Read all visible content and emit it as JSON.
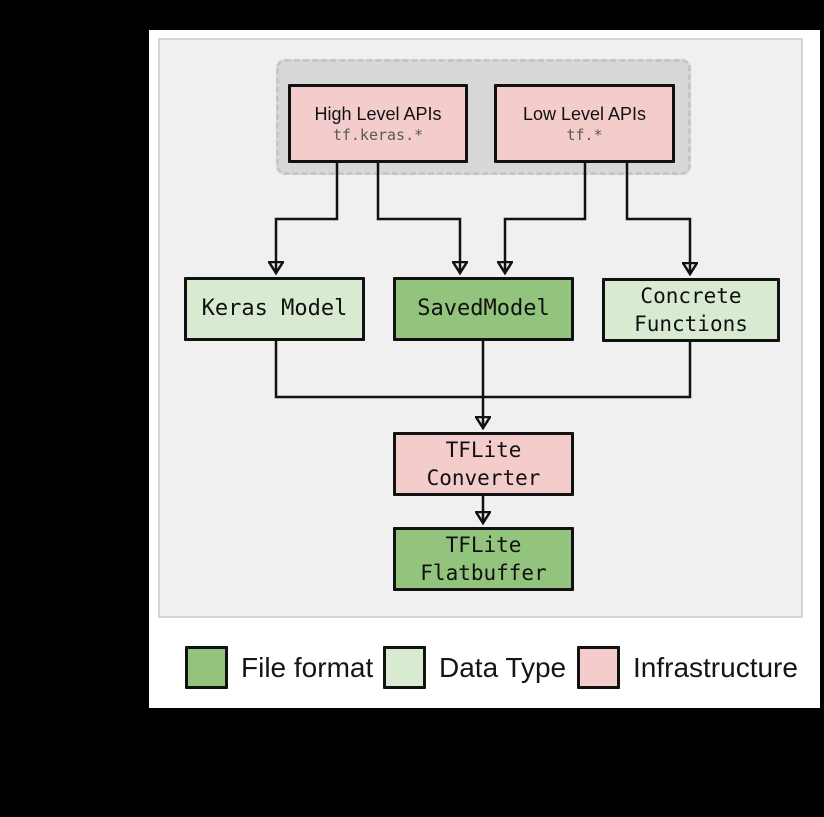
{
  "diagram": {
    "api_group": {
      "high_level_apis": {
        "title": "High Level APIs",
        "subtitle": "tf.keras.*"
      },
      "low_level_apis": {
        "title": "Low Level APIs",
        "subtitle": "tf.*"
      }
    },
    "nodes": {
      "keras_model": {
        "label": "Keras Model"
      },
      "saved_model": {
        "label": "SavedModel"
      },
      "concrete_functions": {
        "line1": "Concrete",
        "line2": "Functions"
      },
      "tflite_converter": {
        "line1": "TFLite",
        "line2": "Converter"
      },
      "tflite_flatbuffer": {
        "line1": "TFLite",
        "line2": "Flatbuffer"
      }
    },
    "legend": {
      "items": [
        {
          "label": "File format",
          "color": "#93c47d"
        },
        {
          "label": "Data Type",
          "color": "#d9ead3"
        },
        {
          "label": "Infrastructure",
          "color": "#f4cccc"
        }
      ]
    },
    "colors": {
      "file_format": "#93c47d",
      "data_type": "#d9ead3",
      "infrastructure": "#f4cccc",
      "panel_bg": "#f0f0f0",
      "group_bg": "#d8d8d8"
    }
  }
}
